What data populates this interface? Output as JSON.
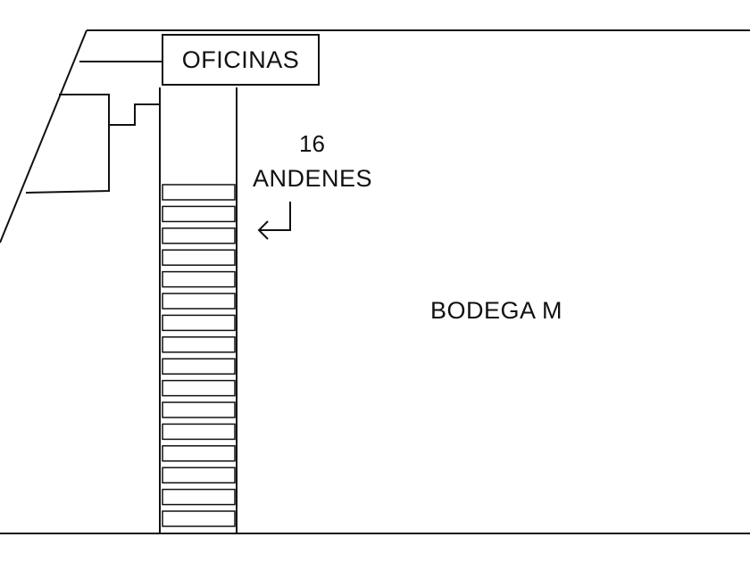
{
  "office_label": "OFICINAS",
  "docks": {
    "count": "16",
    "label": "ANDENES",
    "arrow_icon": "return-arrow-icon"
  },
  "warehouse_label": "BODEGA M",
  "colors": {
    "line": "#111111",
    "background": "#ffffff"
  }
}
